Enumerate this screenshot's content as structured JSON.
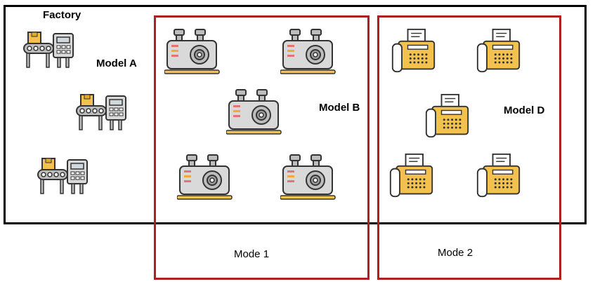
{
  "factory": {
    "title": "Factory"
  },
  "groups": {
    "model_a": {
      "label": "Model A"
    },
    "model_b": {
      "label": "Model B"
    },
    "model_d": {
      "label": "Model D"
    }
  },
  "modes": {
    "mode_1": {
      "label": "Mode 1"
    },
    "mode_2": {
      "label": "Mode 2"
    }
  },
  "colors": {
    "factory_border": "#000000",
    "mode_border": "#b01e1e",
    "accent_yellow": "#f2c14e",
    "machine_grey": "#d9d9d9",
    "outline": "#333333"
  },
  "icons": {
    "model_a": "conveyor-machine-icon",
    "model_b": "engine-gear-machine-icon",
    "model_d": "fax-machine-icon"
  }
}
